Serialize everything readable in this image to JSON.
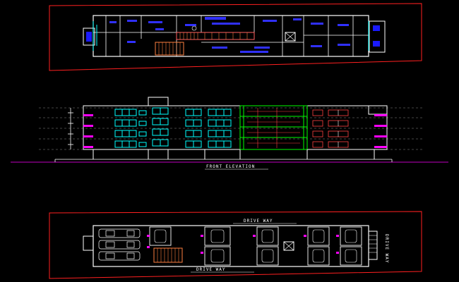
{
  "labels": {
    "elevation_title": "FRONT ELEVATION",
    "drive_way_top": "DRIVE WAY",
    "drive_way_bottom": "DRIVE WAY",
    "drive_way_side": "DRIVE WAY"
  },
  "colors": {
    "background": "#000000",
    "frame": "#ff2020",
    "wall": "#ffffff",
    "window": "#00ffff",
    "furniture": "#4040ff",
    "balcony": "#00ff00",
    "accent": "#ff00ff",
    "stair": "#ff8040",
    "gridline": "#888888"
  }
}
